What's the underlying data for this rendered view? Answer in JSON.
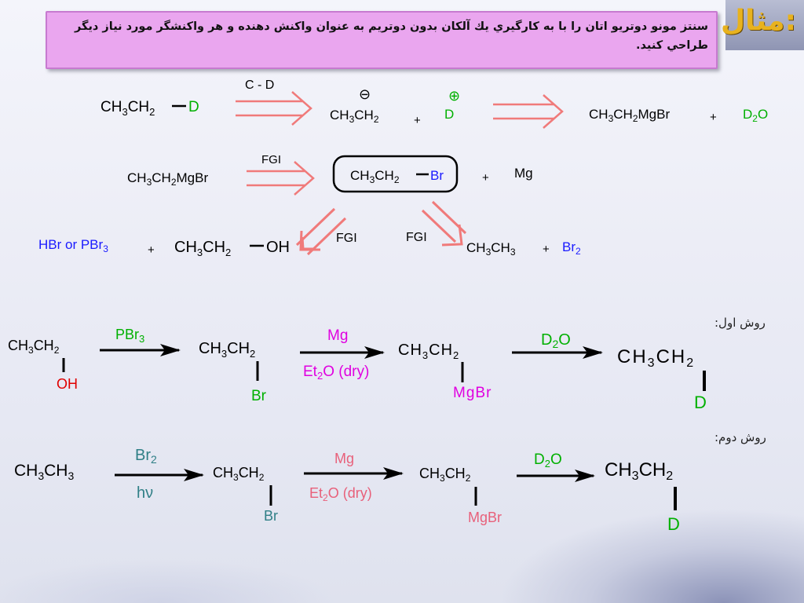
{
  "slide": {
    "badge": "مثال:",
    "problem_text": "سنتز مونو دوتريو اتان را با به كارگيري يك آلكان بدون دوتريم به عنوان واكنش دهنده و هر واكنشگر مورد نياز ديگر طراحي كنيد."
  },
  "retro": {
    "target": "CH3CH2-D",
    "disconnection": "C - D",
    "synthon_anion": "CH3CH2",
    "anion_charge": "⊖",
    "synthon_cation": "D",
    "cation_charge": "⊕",
    "plus": "+",
    "reagent1": "CH3CH2MgBr",
    "reagent2": "D2O",
    "fgi_1": "FGI",
    "grignard": "CH3CH2MgBr",
    "bromide": "CH3CH2-Br",
    "mg": "Mg",
    "fgi_left": "FGI",
    "fgi_right": "FGI",
    "hbr": "HBr or PBr3",
    "alcohol": "CH3CH2-OH",
    "ethane": "CH3CH3",
    "br2": "Br2"
  },
  "method1": {
    "label": "روش اول:",
    "start": "CH3CH2 / OH",
    "step1_reagent": "PBr3",
    "intermediate1": "CH3CH2 / Br",
    "step2_reagent": "Mg",
    "step2_cond": "Et2O (dry)",
    "intermediate2": "CH3CH2 / MgBr",
    "step3_reagent": "D2O",
    "product": "CH3CH2 / D"
  },
  "method2": {
    "label": "روش دوم:",
    "start": "CH3CH3",
    "step1_reagent": "Br2",
    "step1_cond": "hν",
    "intermediate1": "CH3CH2 / Br",
    "step2_reagent": "Mg",
    "step2_cond": "Et2O (dry)",
    "intermediate2": "CH3CH2 / MgBr",
    "step3_reagent": "D2O",
    "product": "CH3CH2 / D"
  },
  "colors": {
    "green": "#00b000",
    "magenta": "#e000e0",
    "blue": "#1a1aff",
    "red": "#e00000",
    "salmon": "#f07a7a",
    "teal": "#2f7f86",
    "pink": "#e8607a"
  }
}
